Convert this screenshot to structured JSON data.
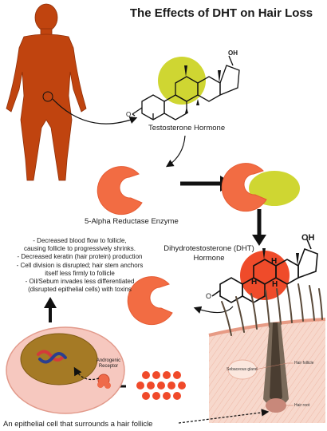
{
  "title": "The Effects of DHT on Hair Loss",
  "labels": {
    "testosterone": "Testosterone Hormone",
    "enzyme": "5-Alpha Reductase Enzyme",
    "dht_line1": "Dihydrotestosterone (DHT)",
    "dht_line2": "Hormone",
    "receptor_line1": "Androgenic",
    "receptor_line2": "Receptor",
    "sebaceous_gland": "Sebaceous gland",
    "hair_follicle": "Hair follicle",
    "hair_root": "Hair root",
    "epithelial_cell": "An epithelial cell that surrounds a hair follicle",
    "oh_testosterone": "OH",
    "oh_dht": "OH",
    "h_atoms": [
      "H",
      "H",
      "H"
    ],
    "o_atom": "O"
  },
  "effects": [
    "- Decreased blood flow to follicle,",
    "causing follicle to progressively shrinks.",
    "- Decreased keratin (hair protein) production",
    "- Cell division is disrupted; hair stem anchors",
    "itself less firmly to follicle",
    "- Oil/Sebum invades less differentiated",
    "(disrupted epithelial cells) with toxins"
  ],
  "colors": {
    "body": "#c0440f",
    "enzyme": "#f26c43",
    "testosterone_highlight": "#cfd632",
    "dht_highlight": "#ef4b2a",
    "cell_outer": "#f6c8bf",
    "cell_nucleus": "#a57a25",
    "skin": "#f6cfc0",
    "arrow": "#111111"
  }
}
